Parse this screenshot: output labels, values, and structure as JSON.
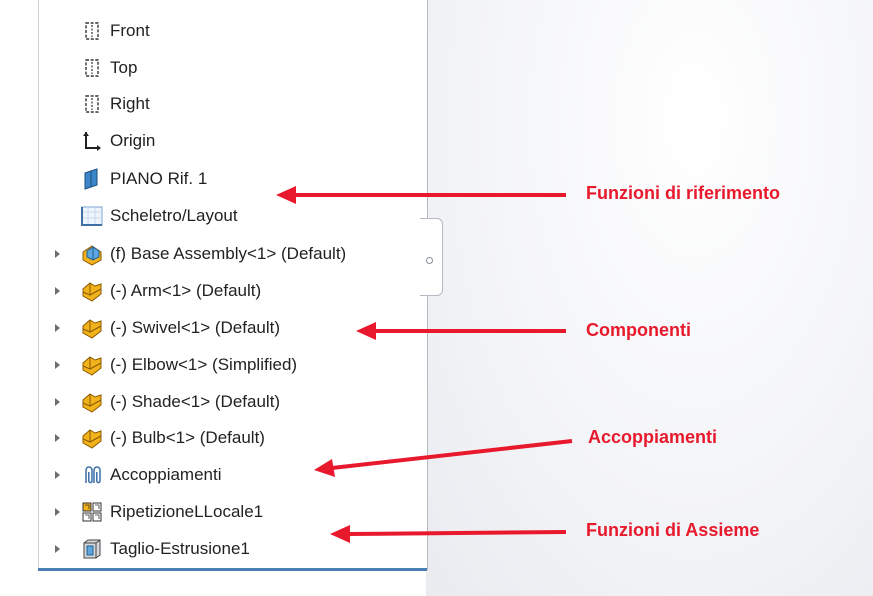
{
  "tree": {
    "items": [
      {
        "label": "Front",
        "icon": "plane-icon",
        "expandable": false
      },
      {
        "label": "Top",
        "icon": "plane-icon",
        "expandable": false
      },
      {
        "label": "Right",
        "icon": "plane-icon",
        "expandable": false
      },
      {
        "label": "Origin",
        "icon": "origin-icon",
        "expandable": false
      },
      {
        "label": "PIANO Rif. 1",
        "icon": "reference-plane-icon",
        "expandable": false
      },
      {
        "label": "Scheletro/Layout",
        "icon": "layout-sketch-icon",
        "expandable": false
      },
      {
        "label": "(f) Base Assembly<1> (Default)",
        "icon": "subassembly-icon",
        "expandable": true
      },
      {
        "label": "(-) Arm<1> (Default)",
        "icon": "part-icon",
        "expandable": true
      },
      {
        "label": "(-) Swivel<1> (Default)",
        "icon": "part-icon",
        "expandable": true
      },
      {
        "label": "(-) Elbow<1> (Simplified)",
        "icon": "part-icon",
        "expandable": true
      },
      {
        "label": "(-) Shade<1> (Default)",
        "icon": "part-icon",
        "expandable": true
      },
      {
        "label": "(-) Bulb<1> (Default)",
        "icon": "part-icon",
        "expandable": true
      },
      {
        "label": "Accoppiamenti",
        "icon": "mates-icon",
        "expandable": true
      },
      {
        "label": "RipetizioneLLocale1",
        "icon": "pattern-icon",
        "expandable": true
      },
      {
        "label": "Taglio-Estrusione1",
        "icon": "extrude-cut-icon",
        "expandable": true
      }
    ]
  },
  "callouts": {
    "reference_features": "Funzioni di riferimento",
    "components": "Componenti",
    "mates": "Accoppiamenti",
    "assembly_features": "Funzioni di Assieme"
  },
  "colors": {
    "callout": "#e8192c",
    "part_icon": "#f2b21b",
    "subassembly_icon": "#f2b21b",
    "plane_icon": "#333333",
    "panel_accent": "#4a7fb6"
  }
}
